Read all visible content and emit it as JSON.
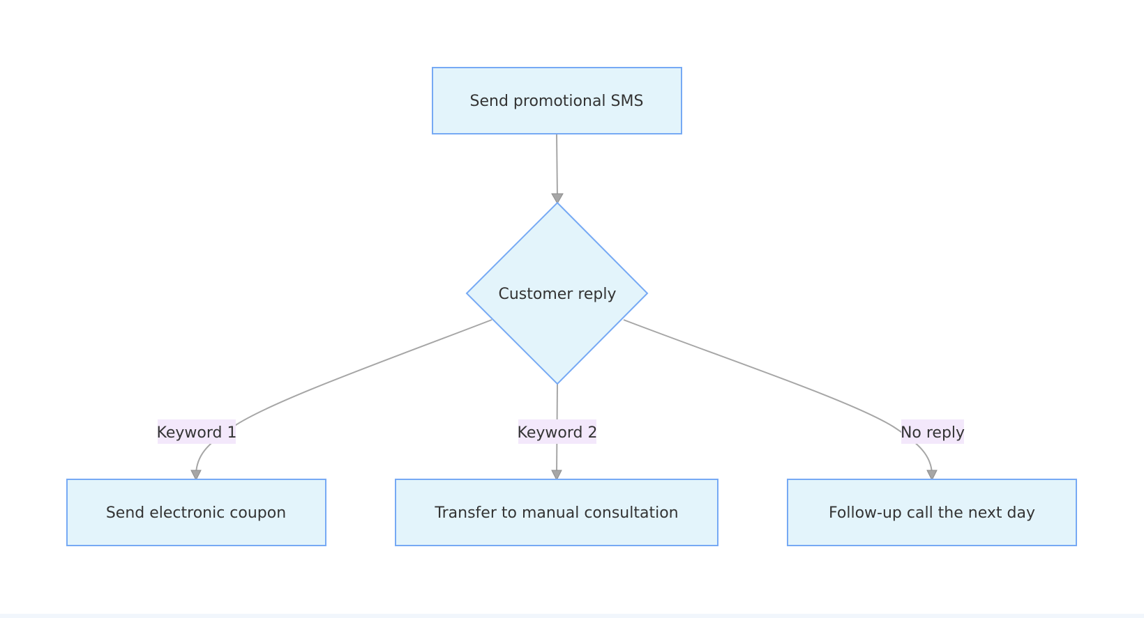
{
  "diagram": {
    "nodes": {
      "start": {
        "label": "Send promotional SMS"
      },
      "decision": {
        "label": "Customer reply"
      },
      "coupon": {
        "label": "Send electronic coupon"
      },
      "manual": {
        "label": "Transfer to manual consultation"
      },
      "followup": {
        "label": "Follow-up call the next day"
      }
    },
    "edges": {
      "start_to_decision": {
        "label": ""
      },
      "to_coupon": {
        "label": "Keyword 1"
      },
      "to_manual": {
        "label": "Keyword 2"
      },
      "to_followup": {
        "label": "No reply"
      }
    }
  },
  "colors": {
    "node_fill": "#e3f4fb",
    "node_stroke": "#76a9f4",
    "edge": "#a6a6a6",
    "label_bg": "#f3e8fb",
    "text": "#333333"
  }
}
